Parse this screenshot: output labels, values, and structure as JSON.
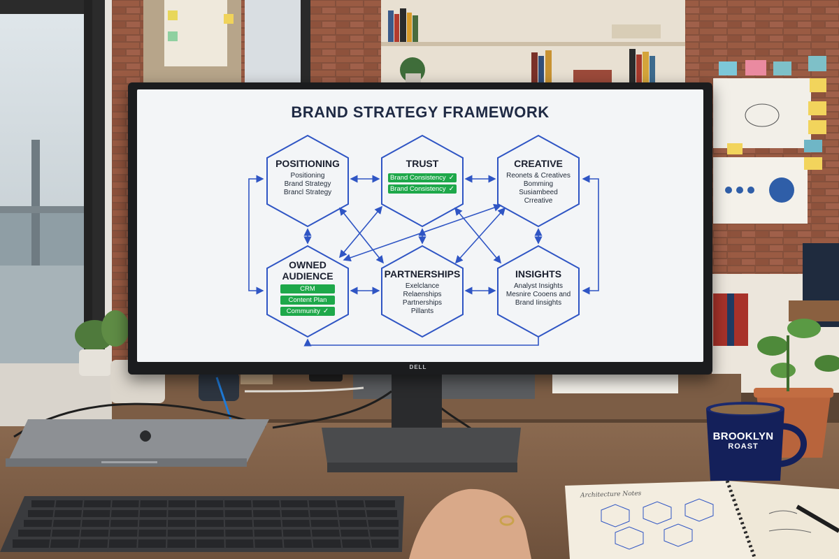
{
  "screen": {
    "title": "BRAND STRATEGY FRAMEWORK",
    "nodes": {
      "positioning": {
        "title": "POSITIONING",
        "lines": [
          "Positioning",
          "Brand Strategy",
          "Brancl Strategy"
        ]
      },
      "trust": {
        "title": "TRUST",
        "badges": [
          "Brand Consistency",
          "Brand Consistency"
        ]
      },
      "creative": {
        "title": "CREATIVE",
        "lines": [
          "Reonets & Creatives",
          "Bomming",
          "Susiambeed",
          "Crreative"
        ]
      },
      "owned": {
        "title_line1": "OWNED",
        "title_line2": "AUDIENCE",
        "badges": [
          "CRM",
          "Content Plan",
          "Community"
        ]
      },
      "partnerships": {
        "title": "PARTNERSHIPS",
        "lines": [
          "Exelclance",
          "Relaenships",
          "Partnerships",
          "Pillants"
        ]
      },
      "insights": {
        "title": "INSIGHTS",
        "lines": [
          "Analyst Insights",
          "Mesnire Cooens and",
          "Brand Iinsights"
        ]
      }
    }
  },
  "monitor_brand": "DELL",
  "mug": {
    "line1": "BROOKLYN",
    "line2": "ROAST"
  },
  "notebook": {
    "title": "Architecture Notes"
  },
  "colors": {
    "diagram_blue": "#2f55c4",
    "badge_green": "#1ea84a",
    "mug_navy": "#14205a",
    "brick": "#8a4a36"
  },
  "icons": {
    "check": "check-icon",
    "laptop_logo": "apple-logo-icon"
  }
}
